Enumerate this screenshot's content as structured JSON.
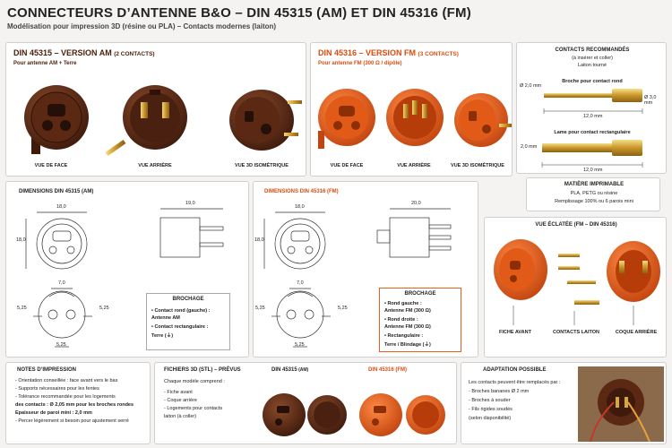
{
  "title": "CONNECTEURS D’ANTENNE B&O – DIN 45315 (AM) ET DIN 45316 (FM)",
  "subtitle": "Modélisation pour impression 3D (résine ou PLA) – Contacts modernes (laiton)",
  "am": {
    "heading_main": "DIN 45315",
    "heading_rest": " – VERSION AM ",
    "heading_count": "(2 CONTACTS)",
    "sub": "Pour antenne AM + Terre",
    "views": [
      "VUE DE FACE",
      "VUE ARRIÈRE",
      "VUE 3D ISOMÉTRIQUE"
    ]
  },
  "fm": {
    "heading_main": "DIN 45316",
    "heading_rest": " – VERSION FM ",
    "heading_count": "(3 CONTACTS)",
    "sub": "Pour antenne FM (300 Ω / dipôle)",
    "views": [
      "VUE DE FACE",
      "VUE ARRIÈRE",
      "VUE 3D ISOMÉTRIQUE"
    ]
  },
  "contacts": {
    "title": "CONTACTS RECOMMANDÉS",
    "line1": "(à insérer et coller)",
    "line2": "Laiton tourné",
    "pin_title": "Broche pour contact rond",
    "pin_d_left": "Ø 2,0 mm",
    "pin_d_right": "Ø 3,0 mm",
    "pin_len": "12,0 mm",
    "blade_title": "Lame pour contact rectangulaire",
    "blade_w": "2,0 mm",
    "blade_len": "12,0 mm"
  },
  "material": {
    "title": "MATIÈRE IMPRIMABLE",
    "line1": "PLA, PETG ou résine",
    "line2": "Remplissage 100% ou 6 parois mini"
  },
  "dim_am": {
    "title": "DIMENSIONS DIN 45315 (AM)",
    "d_width": "18,0",
    "d_height": "18,0",
    "d_side": "19,0",
    "d_top": "7,0",
    "d_left": "5,25",
    "d_right": "5,25",
    "d_bottom": "5,25",
    "brochage_title": "BROCHAGE",
    "brochage": [
      "• Contact rond (gauche) :",
      "   Antenne AM",
      "• Contact rectangulaire :",
      "   Terre (⏚)"
    ]
  },
  "dim_fm": {
    "title": "DIMENSIONS DIN 45316 (FM)",
    "d_width": "18,0",
    "d_height": "18,0",
    "d_side": "20,0",
    "d_top": "7,0",
    "d_left": "5,25",
    "d_right": "5,25",
    "d_bottom": "5,25",
    "brochage_title": "BROCHAGE",
    "brochage": [
      "• Rond gauche :",
      "   Antenne FM (300 Ω)",
      "• Rond droite :",
      "   Antenne FM (300 Ω)",
      "• Rectangulaire :",
      "   Terre / Blindage (⏚)"
    ]
  },
  "exploded": {
    "title": "VUE ÉCLATÉE (FM – DIN 45316)",
    "labels": [
      "FICHE AVANT",
      "CONTACTS LAITON",
      "COQUE ARRIÈRE"
    ]
  },
  "notes": {
    "title": "NOTES D’IMPRESSION",
    "lines": [
      "- Orientation conseillée : face avant vers le bas",
      "- Supports nécessaires pour les fentes",
      "- Tolérance recommandée pour les logements",
      "  des contacts : Ø 2,05 mm pour les broches rondes",
      "  Epaisseur de paroi mini : 2,0 mm",
      "- Percer légèrement si besoin pour ajustement serré"
    ]
  },
  "files": {
    "title": "FICHIERS 3D (STL) – PRÉVUS",
    "am_label": "DIN 45315",
    "am_label_suffix": " (AM)",
    "fm_label": "DIN 45316 (FM)",
    "intro": "Chaque modèle comprend :",
    "items": [
      "- Fiche avant",
      "- Coque arrière",
      "- Logements pour contacts",
      "  laiton (à coller)"
    ]
  },
  "adapt": {
    "title": "ADAPTATION POSSIBLE",
    "lines": [
      "Les contacts peuvent être remplacés par :",
      "- Broches bananes Ø 2 mm",
      "- Broches à souder",
      "- Fils rigides soudés",
      "  (selon disponibilité)"
    ]
  },
  "colors": {
    "brown": "#6b3219",
    "orange": "#e8601c",
    "brass": "#d4a83a"
  }
}
